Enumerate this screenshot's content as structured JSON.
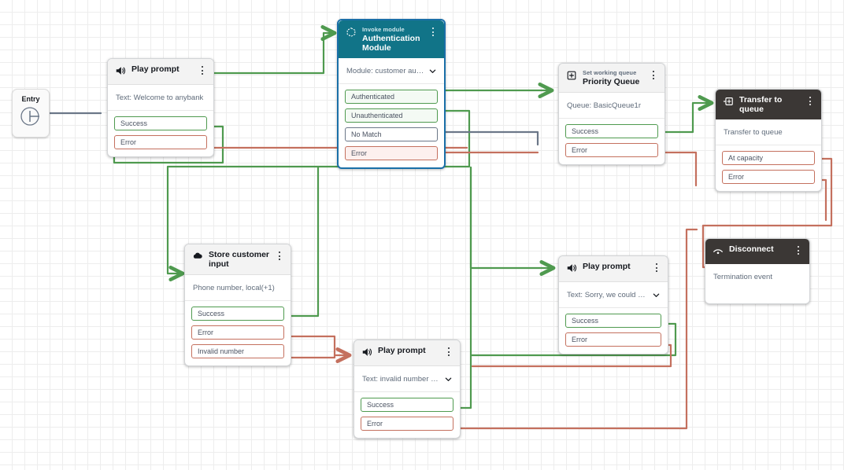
{
  "canvas": {
    "grid": true,
    "bg": "#ffffff",
    "grid_color": "#ededed"
  },
  "colors": {
    "success": "#4f9a4f",
    "error": "#c4705e",
    "neutral": "#6b7788",
    "teal_header": "#117488",
    "dark_header": "#3b3735",
    "selected_border": "#1a6fa8"
  },
  "entry": {
    "label": "Entry",
    "icon": "entry-point-icon"
  },
  "nodes": [
    {
      "id": "play-prompt-welcome",
      "icon": "speaker-icon",
      "title": "Play prompt",
      "subtitle": "",
      "body": "Text: Welcome to anybank",
      "has_chevron": false,
      "ports": [
        {
          "label": "Success",
          "type": "success"
        },
        {
          "label": "Error",
          "type": "error"
        }
      ]
    },
    {
      "id": "authentication-module",
      "icon": "module-icon",
      "title": "Authentication Module",
      "subtitle": "Invoke module",
      "body": "Module: customer authen...",
      "has_chevron": true,
      "selected": true,
      "ports": [
        {
          "label": "Authenticated",
          "type": "success",
          "fill": "green"
        },
        {
          "label": "Unauthenticated",
          "type": "success",
          "fill": "green"
        },
        {
          "label": "No Match",
          "type": "neutral"
        },
        {
          "label": "Error",
          "type": "error",
          "fill": "pink"
        }
      ]
    },
    {
      "id": "priority-queue",
      "icon": "queue-icon",
      "title": "Priority Queue",
      "subtitle": "Set working queue",
      "body": "Queue: BasicQueue1r",
      "has_chevron": false,
      "ports": [
        {
          "label": "Success",
          "type": "success"
        },
        {
          "label": "Error",
          "type": "error"
        }
      ]
    },
    {
      "id": "transfer-to-queue",
      "icon": "transfer-icon",
      "title": "Transfer to queue",
      "subtitle": "",
      "body": "Transfer to queue",
      "has_chevron": false,
      "ports": [
        {
          "label": "At capacity",
          "type": "error"
        },
        {
          "label": "Error",
          "type": "error"
        }
      ]
    },
    {
      "id": "store-customer-input",
      "icon": "store-input-icon",
      "title": "Store customer input",
      "subtitle": "",
      "body": "Phone number, local(+1)",
      "has_chevron": false,
      "ports": [
        {
          "label": "Success",
          "type": "success"
        },
        {
          "label": "Error",
          "type": "error"
        },
        {
          "label": "Invalid number",
          "type": "error"
        }
      ]
    },
    {
      "id": "play-prompt-invalid",
      "icon": "speaker-icon",
      "title": "Play prompt",
      "subtitle": "",
      "body": "Text: invalid number or s...",
      "has_chevron": true,
      "ports": [
        {
          "label": "Success",
          "type": "success"
        },
        {
          "label": "Error",
          "type": "error"
        }
      ]
    },
    {
      "id": "play-prompt-sorry",
      "icon": "speaker-icon",
      "title": "Play prompt",
      "subtitle": "",
      "body": "Text: Sorry, we could not...",
      "has_chevron": true,
      "ports": [
        {
          "label": "Success",
          "type": "success"
        },
        {
          "label": "Error",
          "type": "error"
        }
      ]
    },
    {
      "id": "disconnect",
      "icon": "disconnect-icon",
      "title": "Disconnect",
      "subtitle": "",
      "body": "Termination event",
      "has_chevron": false,
      "ports": []
    }
  ]
}
